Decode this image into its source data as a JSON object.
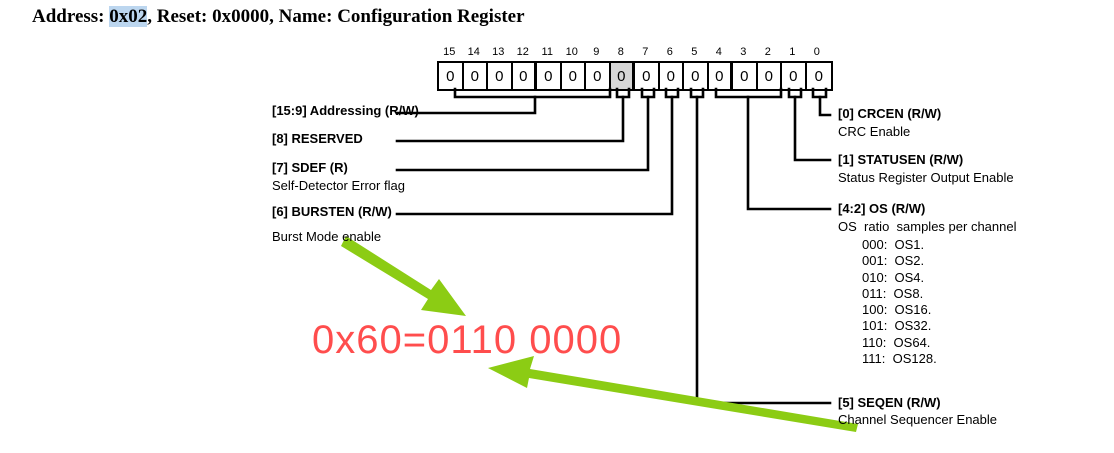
{
  "title": {
    "prefix": "Address: ",
    "address": "0x02",
    "middle": ", Reset: 0x0000, Name: Configuration Register"
  },
  "register": {
    "bit_labels": [
      "15",
      "14",
      "13",
      "12",
      "11",
      "10",
      "9",
      "8",
      "7",
      "6",
      "5",
      "4",
      "3",
      "2",
      "1",
      "0"
    ],
    "bit_values": [
      "0",
      "0",
      "0",
      "0",
      "0",
      "0",
      "0",
      "0",
      "0",
      "0",
      "0",
      "0",
      "0",
      "0",
      "0",
      "0"
    ],
    "highlighted_bit": "8",
    "group_separator_after_bits": [
      "12",
      "8",
      "4"
    ]
  },
  "fields_left": [
    {
      "name": "[15:9] Addressing (R/W)",
      "desc": ""
    },
    {
      "name": "[8] RESERVED",
      "desc": ""
    },
    {
      "name": "[7] SDEF (R)",
      "desc": "Self-Detector Error flag"
    },
    {
      "name": "[6] BURSTEN (R/W)",
      "desc": "Burst Mode enable"
    }
  ],
  "fields_right": [
    {
      "name": "[0] CRCEN (R/W)",
      "desc": "CRC Enable"
    },
    {
      "name": "[1] STATUSEN (R/W)",
      "desc": "Status Register Output Enable"
    },
    {
      "name": "[4:2] OS (R/W)",
      "desc": "OS  ratio  samples per channel"
    },
    {
      "name": "[5] SEQEN (R/W)",
      "desc": "Channel Sequencer Enable"
    }
  ],
  "os_table": [
    "000:  OS1.",
    "001:  OS2.",
    "010:  OS4.",
    "011:  OS8.",
    "100:  OS16.",
    "101:  OS32.",
    "110:  OS64.",
    "111:  OS128."
  ],
  "annotation": {
    "text": "0x60=0110 0000",
    "color": "#ff4d4d",
    "arrow_color": "#8ccc14"
  },
  "colors": {
    "highlight_bg": "#bcd6ef",
    "bit_gray": "#d6d6d6",
    "line": "#000000"
  }
}
